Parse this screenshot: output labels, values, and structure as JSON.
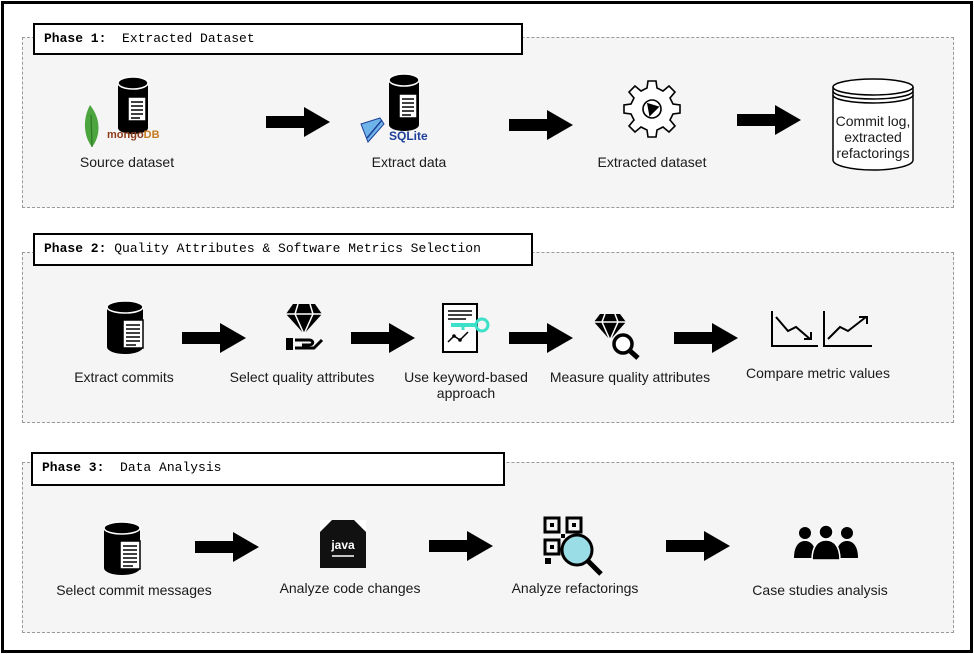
{
  "phases": [
    {
      "prefix": "Phase 1:",
      "name": "Extracted Dataset",
      "steps": [
        {
          "label": "Source dataset",
          "icon": "mongodb-database-icon",
          "badge": "mongoDB",
          "badge_a": "mongo",
          "badge_b": "DB"
        },
        {
          "label": "Extract data",
          "icon": "sqlite-database-icon",
          "badge": "SQLite"
        },
        {
          "label": "Extracted dataset",
          "icon": "gear-icon"
        },
        {
          "label": "Commit log,\nextracted\nrefactorings",
          "icon": "storage-cylinder-icon",
          "lines": [
            "Commit log,",
            "extracted",
            "refactorings"
          ]
        }
      ]
    },
    {
      "prefix": "Phase 2:",
      "name": "Quality Attributes & Software Metrics Selection",
      "steps": [
        {
          "label": "Extract commits",
          "icon": "database-document-icon"
        },
        {
          "label": "Select quality attributes",
          "icon": "diamond-hand-icon"
        },
        {
          "label": "Use keyword-based approach",
          "icon": "document-key-icon",
          "lines": [
            "Use keyword-based",
            "approach"
          ]
        },
        {
          "label": "Measure quality attributes",
          "icon": "diamond-search-icon"
        },
        {
          "label": "Compare metric values",
          "icon": "trend-charts-icon"
        }
      ]
    },
    {
      "prefix": "Phase 3:",
      "name": "Data Analysis",
      "steps": [
        {
          "label": "Select commit messages",
          "icon": "database-document-icon"
        },
        {
          "label": "Analyze code changes",
          "icon": "java-file-icon",
          "badge": "java"
        },
        {
          "label": "Analyze refactorings",
          "icon": "qr-search-icon"
        },
        {
          "label": "Case studies analysis",
          "icon": "people-group-icon"
        }
      ]
    }
  ],
  "colors": {
    "mongo_green": "#4DA53F",
    "mongo_brown": "#8B3A1A",
    "sqlite_blue": "#1E3F9A",
    "key_teal": "#3DE0C8",
    "search_teal": "#9ADDE6"
  }
}
